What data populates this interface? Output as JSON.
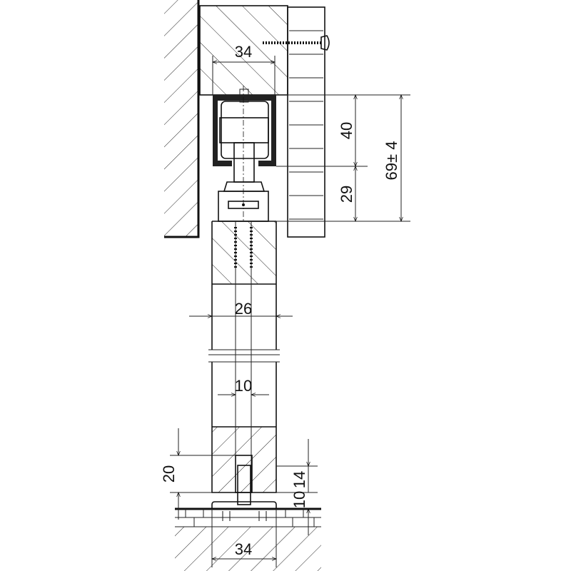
{
  "drawing": {
    "dimensions": {
      "top_width": "34",
      "track_height": "40",
      "hanger_height": "29",
      "total_height": "69± 4",
      "door_thickness": "26",
      "groove_width": "10",
      "groove_depth": "20",
      "guide_gap": "10",
      "guide_height": "14",
      "floor_guide_width": "34"
    },
    "colors": {
      "line": "#111111",
      "part_fill": "#d0d0d0",
      "track": "#222222"
    }
  }
}
